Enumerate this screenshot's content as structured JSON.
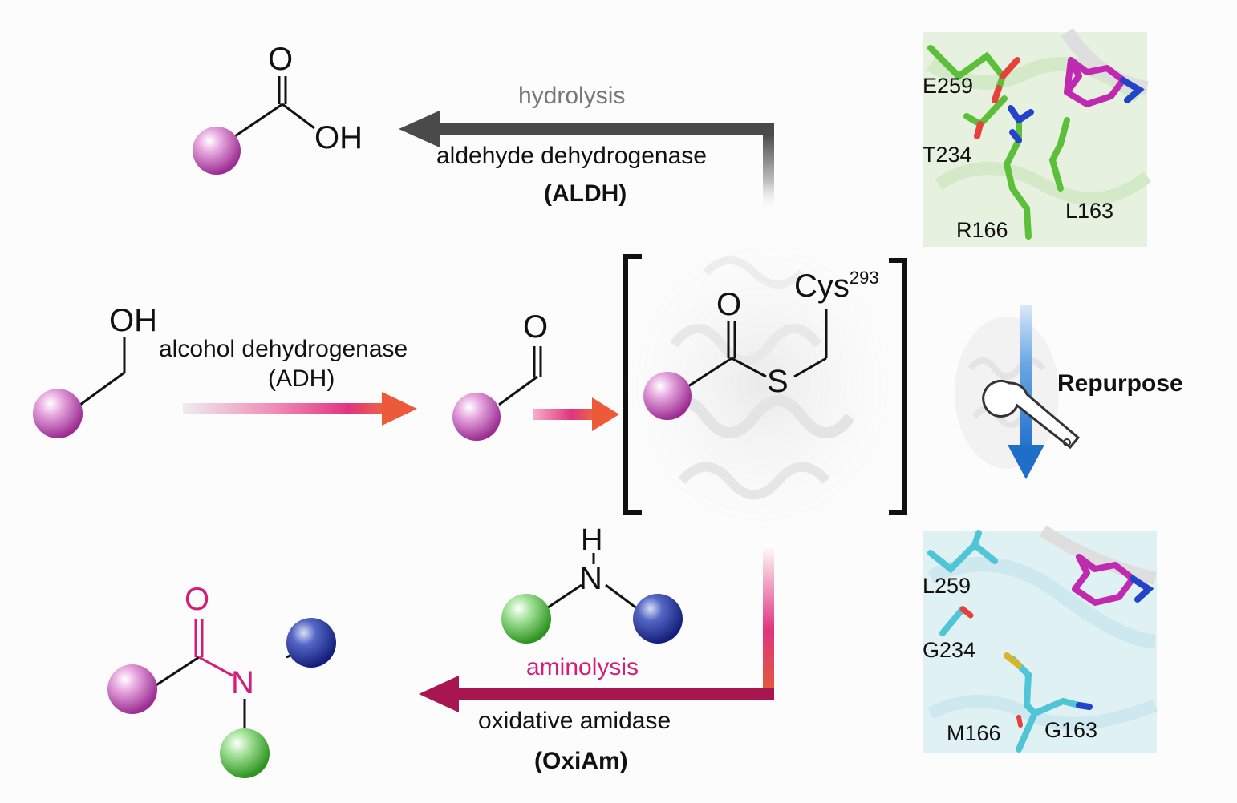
{
  "colors": {
    "ball_purple": "#c23fb4",
    "ball_green": "#3fb52f",
    "ball_blue": "#2132a0",
    "magenta_text": "#d41d79",
    "grey_text": "#777777",
    "arrow_dark": "#444444",
    "arrow_red": "#e74b3c",
    "arrow_pink": "#e0357f",
    "arrow_maroon": "#a8164f",
    "repurpose_blue": "#2a7bd3",
    "panel_green_bg": "#e4f1dc",
    "panel_cyan_bg": "#ddf0f3"
  },
  "atoms": {
    "carboxylic_O": "O",
    "carboxylic_OH": "OH",
    "alcohol_OH": "OH",
    "aldehyde_O": "O",
    "thioester_O": "O",
    "thioester_S": "S",
    "cys_label": "Cys",
    "cys_superscript": "293",
    "amine_H": "H",
    "amine_N": "N",
    "amide_O": "O",
    "amide_N": "N"
  },
  "reactions": {
    "top": {
      "above": "hydrolysis",
      "enzyme": "aldehyde dehydrogenase",
      "abbr": "(ALDH)"
    },
    "middle": {
      "enzyme": "alcohol dehydrogenase",
      "abbr": "(ADH)"
    },
    "bottom": {
      "above": "aminolysis",
      "enzyme": "oxidative amidase",
      "abbr": "(OxiAm)"
    }
  },
  "repurpose": {
    "label": "Repurpose",
    "icon": "wrench-icon"
  },
  "panels": {
    "wildtype": {
      "residues": [
        "E259",
        "T234",
        "R166",
        "L163"
      ]
    },
    "mutant": {
      "residues": [
        "L259",
        "G234",
        "M166",
        "G163"
      ]
    }
  }
}
